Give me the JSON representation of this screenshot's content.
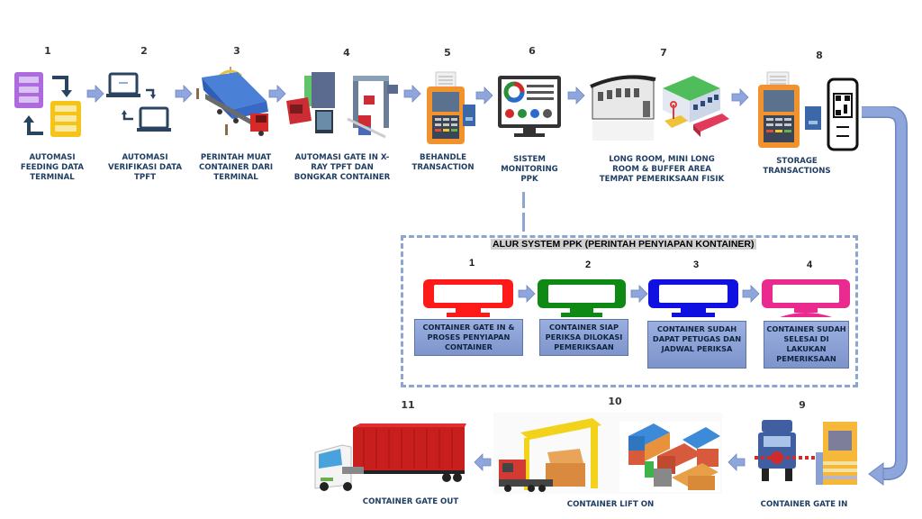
{
  "main_flow": {
    "steps": [
      {
        "number": "1",
        "label": "AUTOMASI FEEDING DATA TERMINAL",
        "icon": "database-sync-icon"
      },
      {
        "number": "2",
        "label": "AUTOMASI VERIFIKASI DATA TPFT",
        "icon": "laptop-sync-icon"
      },
      {
        "number": "3",
        "label": "PERINTAH MUAT CONTAINER DARI TERMINAL",
        "icon": "container-truck-icon"
      },
      {
        "number": "4",
        "label": "AUTOMASI GATE IN X-RAY TPFT DAN BONGKAR CONTAINER",
        "icon": "xray-gate-icon"
      },
      {
        "number": "5",
        "label": "BEHANDLE TRANSACTION",
        "icon": "payment-terminal-icon"
      },
      {
        "number": "6",
        "label": "SISTEM MONITORING PPK",
        "icon": "monitor-dashboard-icon"
      },
      {
        "number": "7",
        "label": "LONG ROOM, MINI LONG ROOM & BUFFER AREA TEMPAT PEMERIKSAAN FISIK",
        "icon": "warehouse-icon"
      },
      {
        "number": "8",
        "label": "STORAGE TRANSACTIONS",
        "icon": "payment-qr-icon"
      },
      {
        "number": "9",
        "label": "CONTAINER GATE IN",
        "icon": "gate-truck-icon"
      },
      {
        "number": "10",
        "label": "CONTAINER LIFT ON",
        "icon": "gantry-crane-icon"
      },
      {
        "number": "11",
        "label": "CONTAINER GATE OUT",
        "icon": "truck-out-icon"
      }
    ]
  },
  "ppk_flow": {
    "title": "ALUR SYSTEM PPK (PERINTAH PENYIAPAN KONTAINER)",
    "steps": [
      {
        "number": "1",
        "label": "CONTAINER GATE IN & PROSES PENYIAPAN CONTAINER",
        "color": "#ff1a1a"
      },
      {
        "number": "2",
        "label": "CONTAINER SIAP PERIKSA DILOKASI PEMERIKSAAN",
        "color": "#0e8a14"
      },
      {
        "number": "3",
        "label": "CONTAINER SUDAH DAPAT PETUGAS DAN JADWAL PERIKSA",
        "color": "#1010e0"
      },
      {
        "number": "4",
        "label": "CONTAINER SUDAH SELESAI DI LAKUKAN PEMERIKSAAN",
        "color": "#ea2a8e"
      }
    ]
  },
  "colors": {
    "arrow_fill": "#8ea6dc",
    "arrow_stroke": "#6d86c0",
    "label_text": "#1f3e63",
    "box_fill": "#8aa2d8"
  }
}
